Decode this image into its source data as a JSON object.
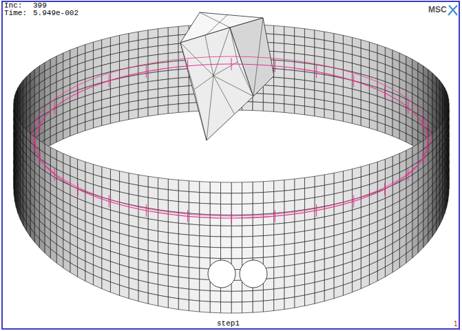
{
  "diagram": {
    "labels": [
      "Inc:",
      "399",
      "Time:",
      "5.949e-002",
      "MSC",
      "step1",
      "1"
    ]
  }
}
